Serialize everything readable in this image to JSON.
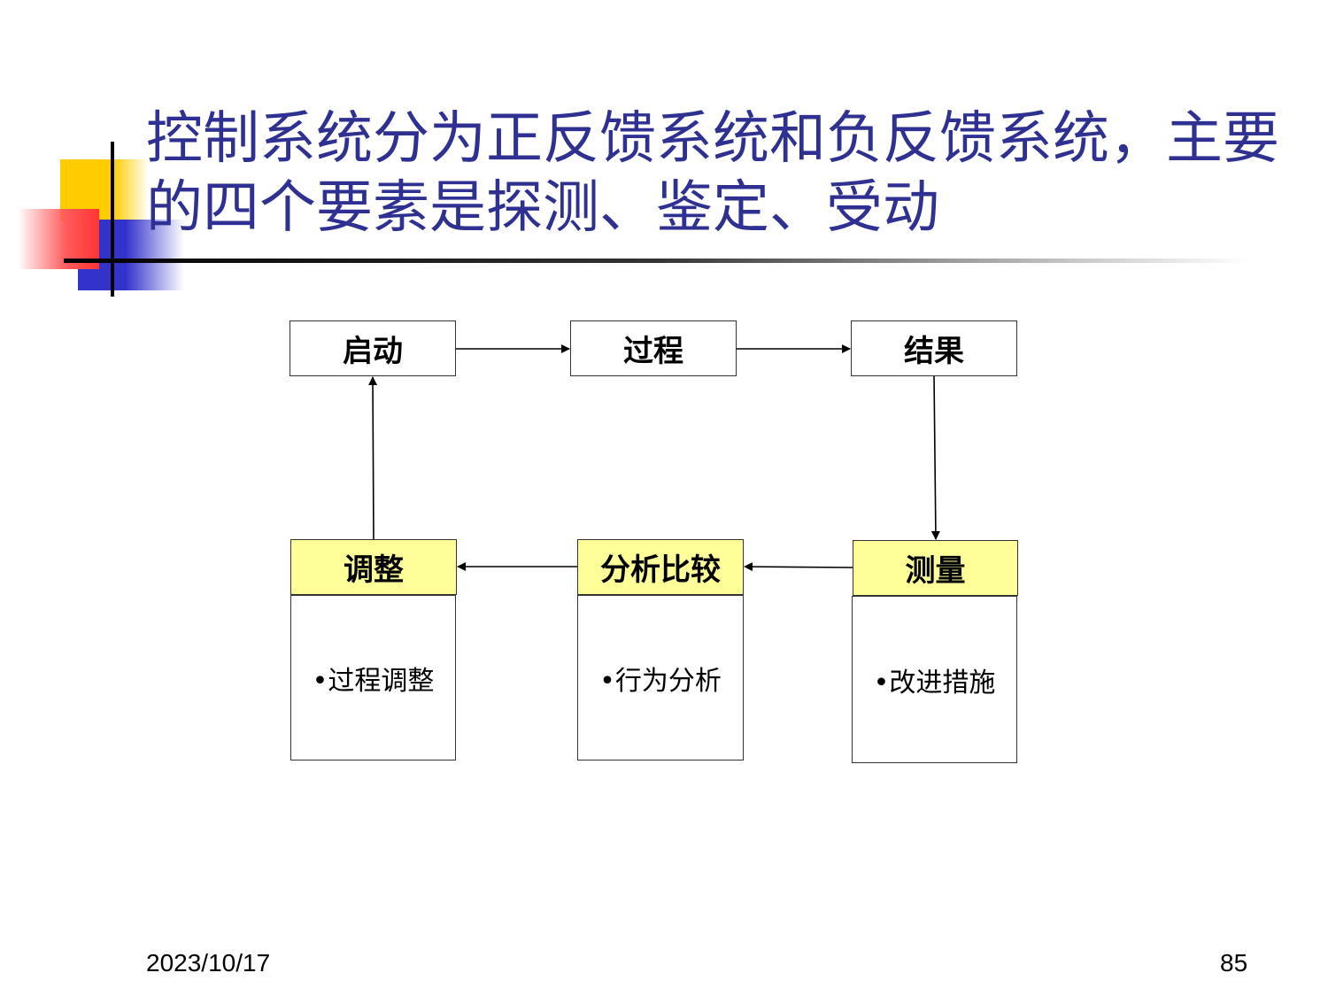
{
  "slide": {
    "title": "控制系统分为正反馈系统和负反馈系统，主要的四个要素是探测、鉴定、受动",
    "date": "2023/10/17",
    "page_number": "85"
  },
  "diagram": {
    "top_row": [
      "启动",
      "过程",
      "结果"
    ],
    "bottom_row": [
      {
        "label": "调整",
        "detail": "•过程调整"
      },
      {
        "label": "分析比较",
        "detail": "•行为分析"
      },
      {
        "label": "测量",
        "detail": "•改进措施"
      }
    ],
    "colors": {
      "title": "#2e3192",
      "highlight_box": "#ffff99"
    }
  }
}
